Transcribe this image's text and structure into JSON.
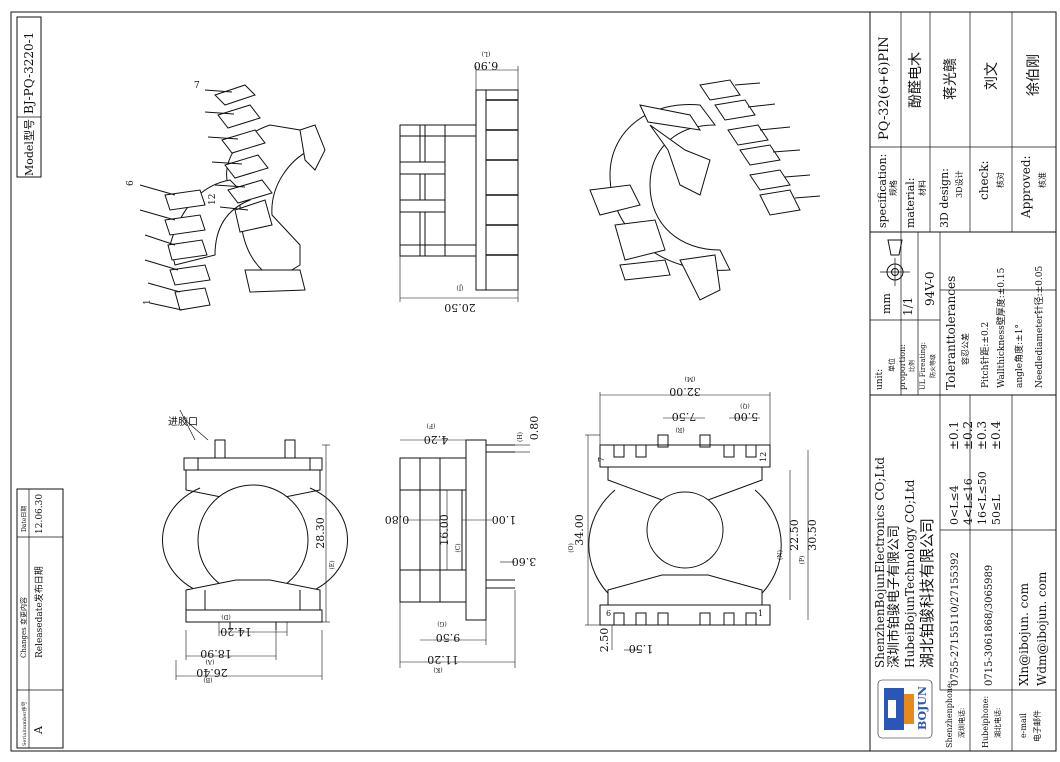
{
  "model": {
    "label": "Model型号",
    "value": "BJ-PQ-3220-1"
  },
  "changes": {
    "col_serial": "Serialnumber序号",
    "col_changes": "Changes 变更内容",
    "col_date": "Date日期",
    "row_serial": "A",
    "row_change": "Releasedate发布日期",
    "row_date": "12.06.30"
  },
  "views": {
    "iso_pins": [
      "7",
      "6",
      "12",
      "1"
    ],
    "inlet_note": "进胶口",
    "side_dims": {
      "top": "6.90",
      "top_tag": "(L)",
      "bottom": "20.50",
      "bottom_tag": "(J)"
    },
    "front_dims": {
      "height": "28.30",
      "height_tag": "(E)",
      "inner": "14.20",
      "inner_tag": "(D)",
      "w1": "18.90",
      "w1_tag": "(A)",
      "w2": "26.40",
      "w2_tag": "(B)"
    },
    "mid_dims": {
      "d420": "4.20",
      "d420_tag": "(F)",
      "d080": "0.80",
      "d080_tag": "(H)",
      "d080b": "0.80",
      "d100": "1.00",
      "d1600": "16.00",
      "d1600_tag": "(C)",
      "d360": "3.60",
      "d950": "9.50",
      "d950_tag": "(G)",
      "d1120": "11.20",
      "d1120_tag": "(K)"
    },
    "bottom_dims": {
      "d3200": "32.00",
      "d3200_tag": "(M)",
      "d750": "7.50",
      "d750_tag": "(R)",
      "d500": "5.00",
      "d500_tag": "(Q)",
      "d3400": "34.00",
      "d3400_tag": "(O)",
      "d2250": "22.50",
      "d2250_tag": "(N)",
      "d3050": "30.50",
      "d3050_tag": "(P)",
      "d250": "2.50",
      "d150": "1.50",
      "pins": [
        "6",
        "1",
        "12",
        "7"
      ]
    }
  },
  "spec": {
    "spec_label": "specification:",
    "spec_cn": "规格",
    "spec_value": "PQ-32(6+6)PIN",
    "material_label": "material:",
    "material_cn": "材料",
    "material_value": "酚醛电木",
    "design_label": "3D design:",
    "design_cn": "3D设计",
    "design_value": "蒋光赣",
    "check_label": "check:",
    "check_cn": "核对",
    "check_value": "刘文",
    "approved_label": "Approved:",
    "approved_cn": "核准",
    "approved_value": "徐伯刚"
  },
  "units": {
    "unit_label": "unit:",
    "unit_cn": "单位",
    "unit_value": "mm",
    "proportion_label": "proportion:",
    "proportion_cn": "比例",
    "proportion_value": "1/1",
    "fire_label": "UL Fireating:",
    "fire_cn": "防火等级",
    "fire_value": "94V-0"
  },
  "tolerances": {
    "title": "Toleranttolerances",
    "title_cn": "容忍公差",
    "rows": [
      {
        "range": "0<L≤4",
        "tol": "±0.1"
      },
      {
        "range": "4<L≤16",
        "tol": "±0.2"
      },
      {
        "range": "16<L≤50",
        "tol": "±0.3"
      },
      {
        "range": "50≤L",
        "tol": "±0.4"
      }
    ],
    "notes": [
      "Pitch针距:±0.2",
      "Wallthickness壁厚度:±0.15",
      "angle角度:±1°",
      "Needlediameter针径:±0.05"
    ]
  },
  "company": {
    "en1": "ShenzhenBojunElectronics CO;Ltd",
    "cn1": "深圳市铂骏电子有限公司",
    "en2": "HubeiBojunTechnology CO;Ltd",
    "cn2": "湖北铂骏科技有限公司",
    "logo_text": "BOJUN",
    "sz_phone_label": "Shenzhenphone:",
    "sz_phone_cn": "深圳电话:",
    "sz_phone": "0755-27155110/27155392",
    "hb_phone_label": "Hubeiphone:",
    "hb_phone_cn": "湖北电话:",
    "hb_phone": "0715-3061868/3065989",
    "email_label": "e-mail",
    "email_cn": "电子邮件",
    "email1": "Xln@ibojun. com",
    "email2": "Wdm@ibojun. com"
  }
}
